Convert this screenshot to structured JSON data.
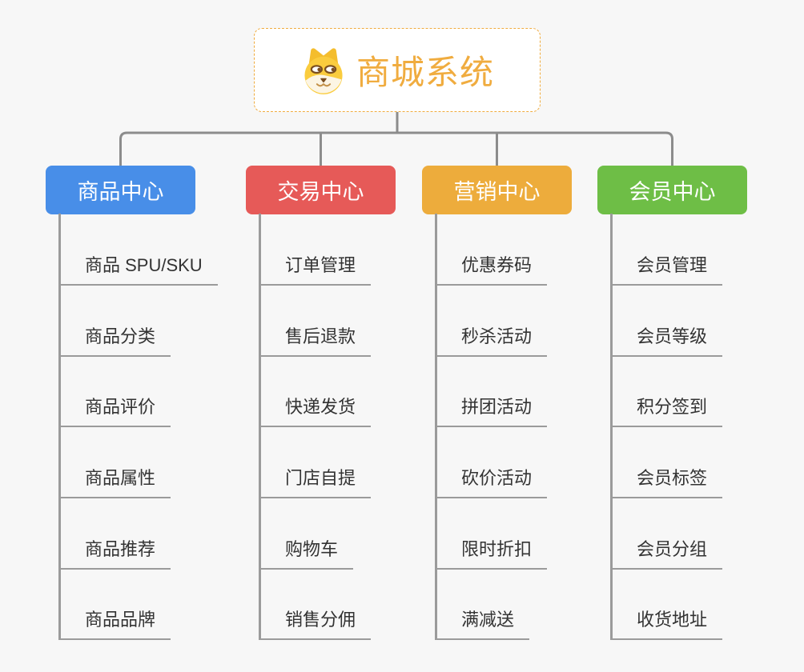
{
  "root": {
    "title": "商城系统",
    "icon": "dog-face-icon",
    "accent_color": "#F0AC3F"
  },
  "branches": [
    {
      "label": "商品中心",
      "color": "#488EE8",
      "items": [
        "商品 SPU/SKU",
        "商品分类",
        "商品评价",
        "商品属性",
        "商品推荐",
        "商品品牌"
      ]
    },
    {
      "label": "交易中心",
      "color": "#E65A58",
      "items": [
        "订单管理",
        "售后退款",
        "快递发货",
        "门店自提",
        "购物车",
        "销售分佣"
      ]
    },
    {
      "label": "营销中心",
      "color": "#EDAC3C",
      "items": [
        "优惠券码",
        "秒杀活动",
        "拼团活动",
        "砍价活动",
        "限时折扣",
        "满减送"
      ]
    },
    {
      "label": "会员中心",
      "color": "#6EBE46",
      "items": [
        "会员管理",
        "会员等级",
        "积分签到",
        "会员标签",
        "会员分组",
        "收货地址"
      ]
    }
  ],
  "connector_color": "#8C8C8C",
  "background_color": "#F7F7F7"
}
